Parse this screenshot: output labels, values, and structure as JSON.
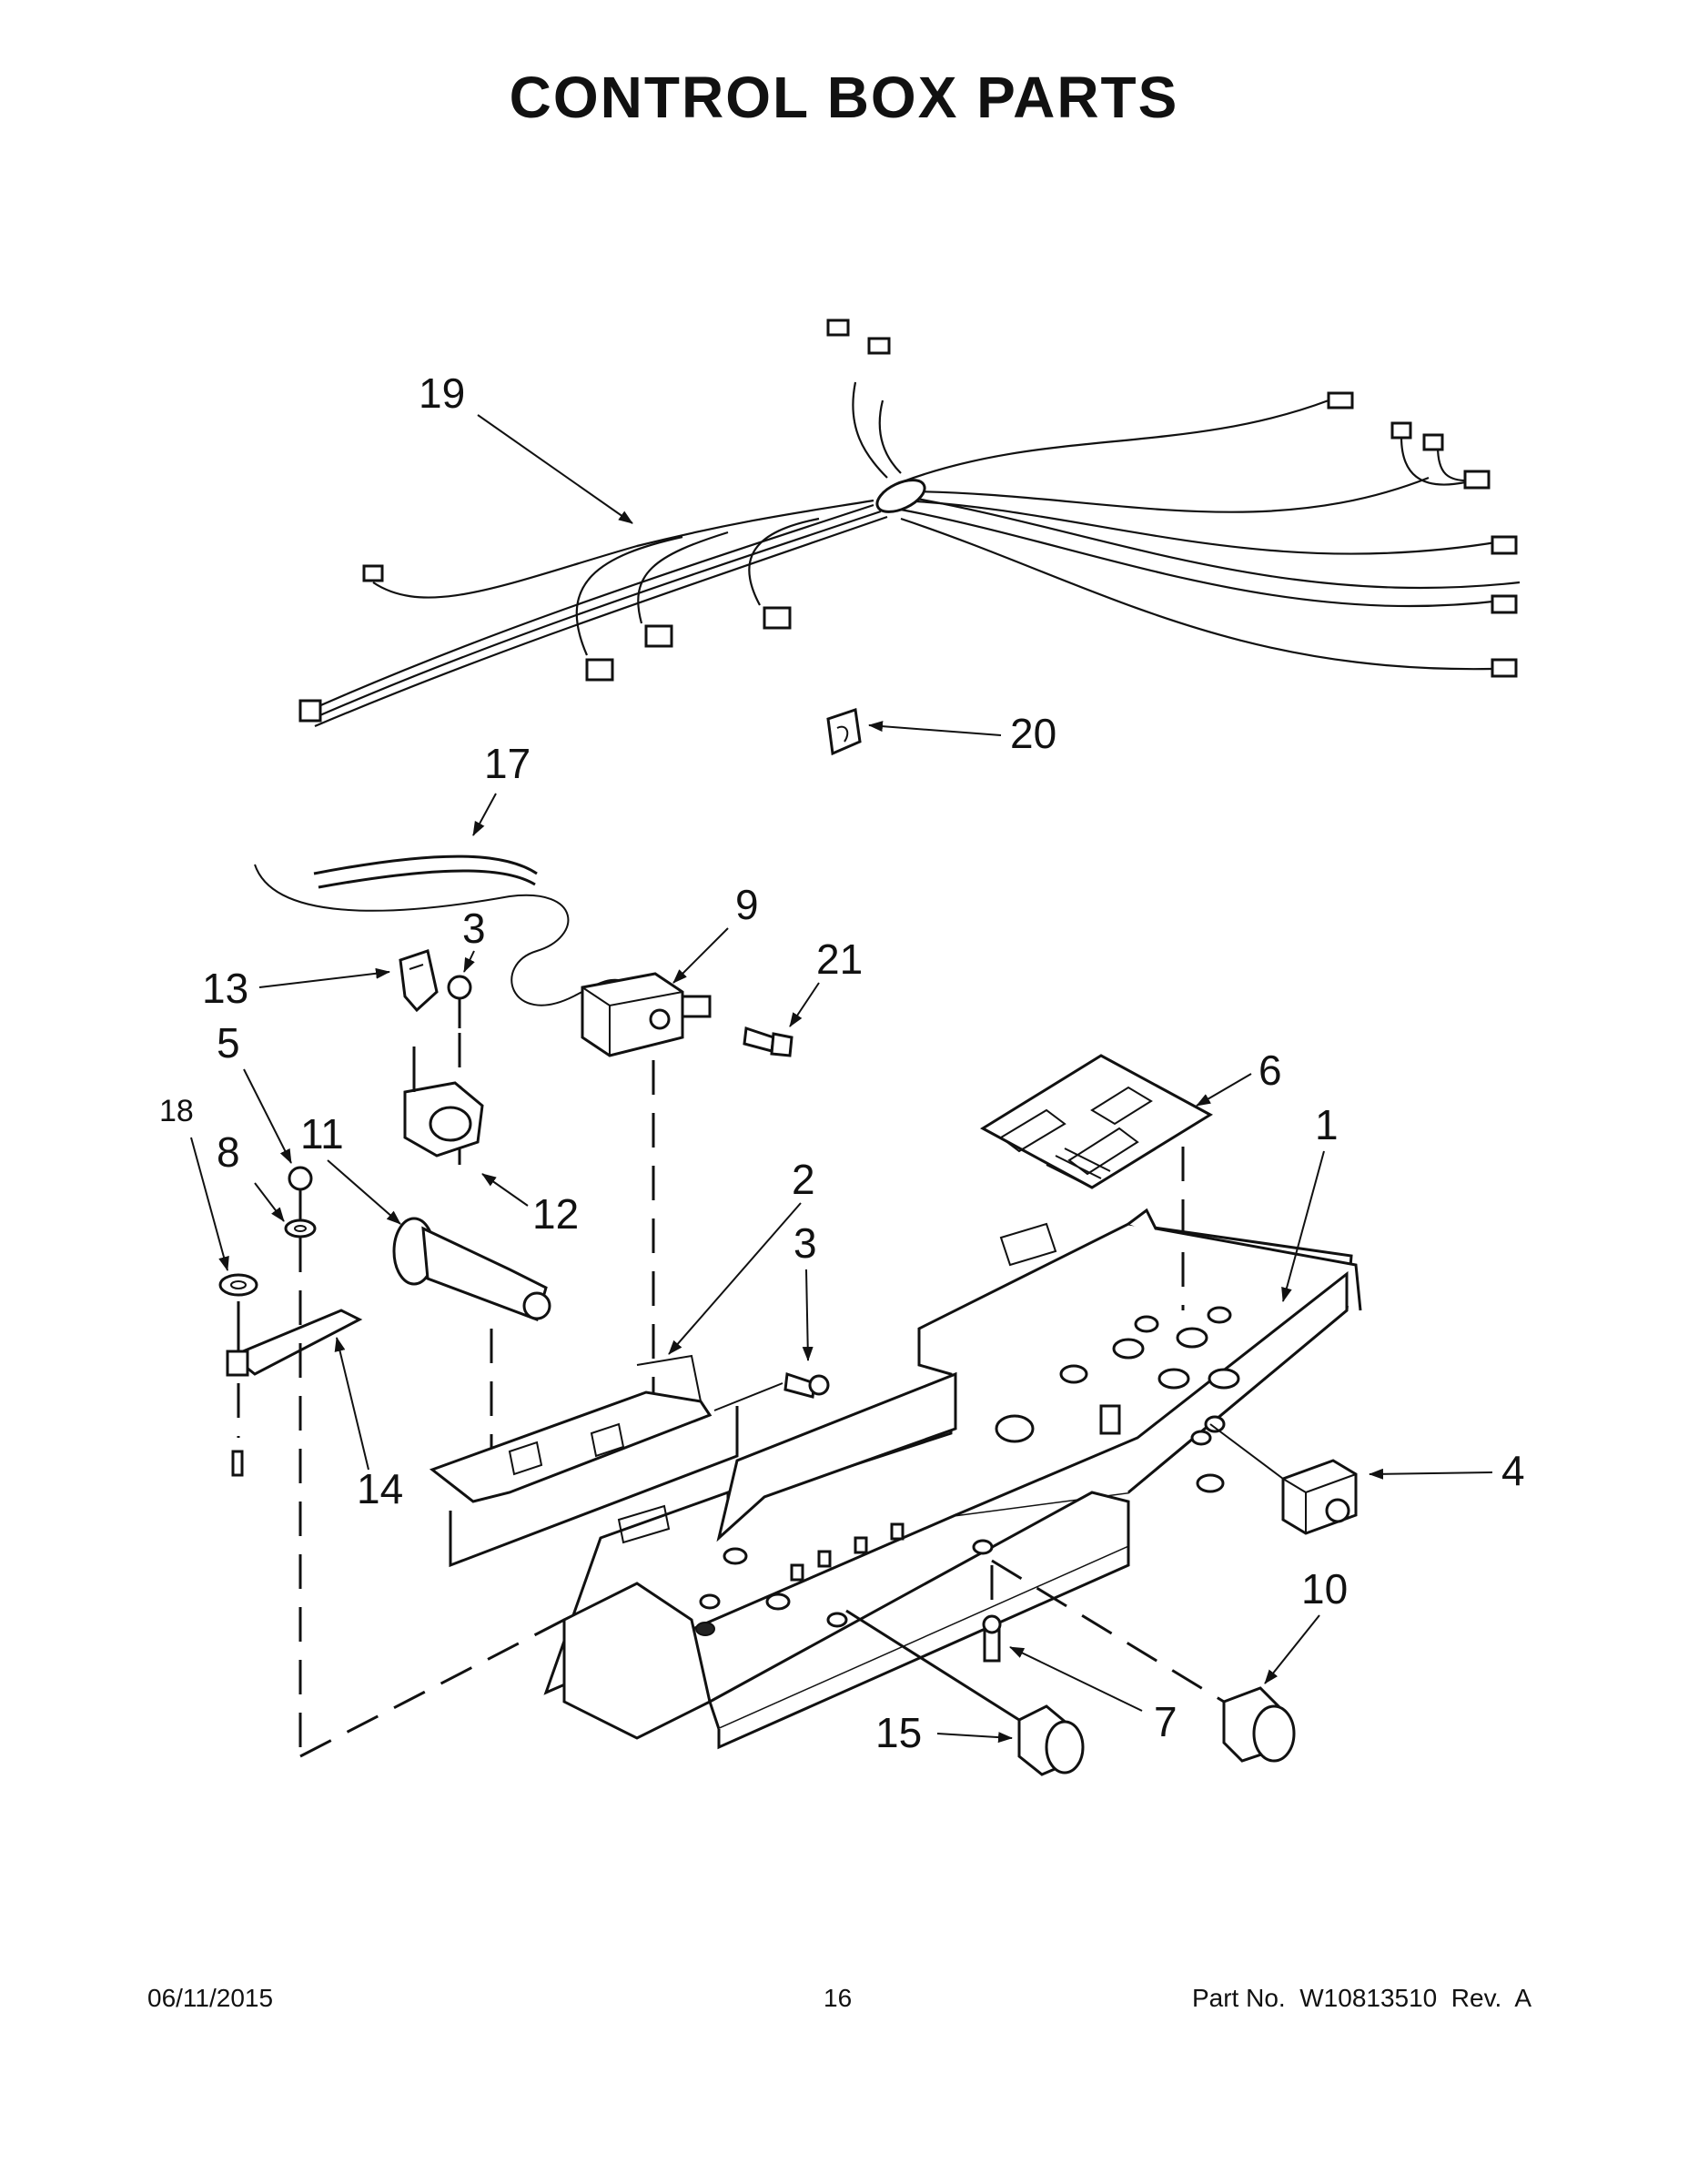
{
  "title": "CONTROL BOX PARTS",
  "footer": {
    "date": "06/11/2015",
    "page": "16",
    "part_number": "Part No.  W10813510  Rev.  A"
  },
  "callouts": {
    "c1": "1",
    "c2": "2",
    "c3a": "3",
    "c3b": "3",
    "c4": "4",
    "c5": "5",
    "c6": "6",
    "c7": "7",
    "c8": "8",
    "c9": "9",
    "c10": "10",
    "c11": "11",
    "c12": "12",
    "c13": "13",
    "c14": "14",
    "c15": "15",
    "c17": "17",
    "c18": "18",
    "c19": "19",
    "c20": "20",
    "c21": "21"
  }
}
